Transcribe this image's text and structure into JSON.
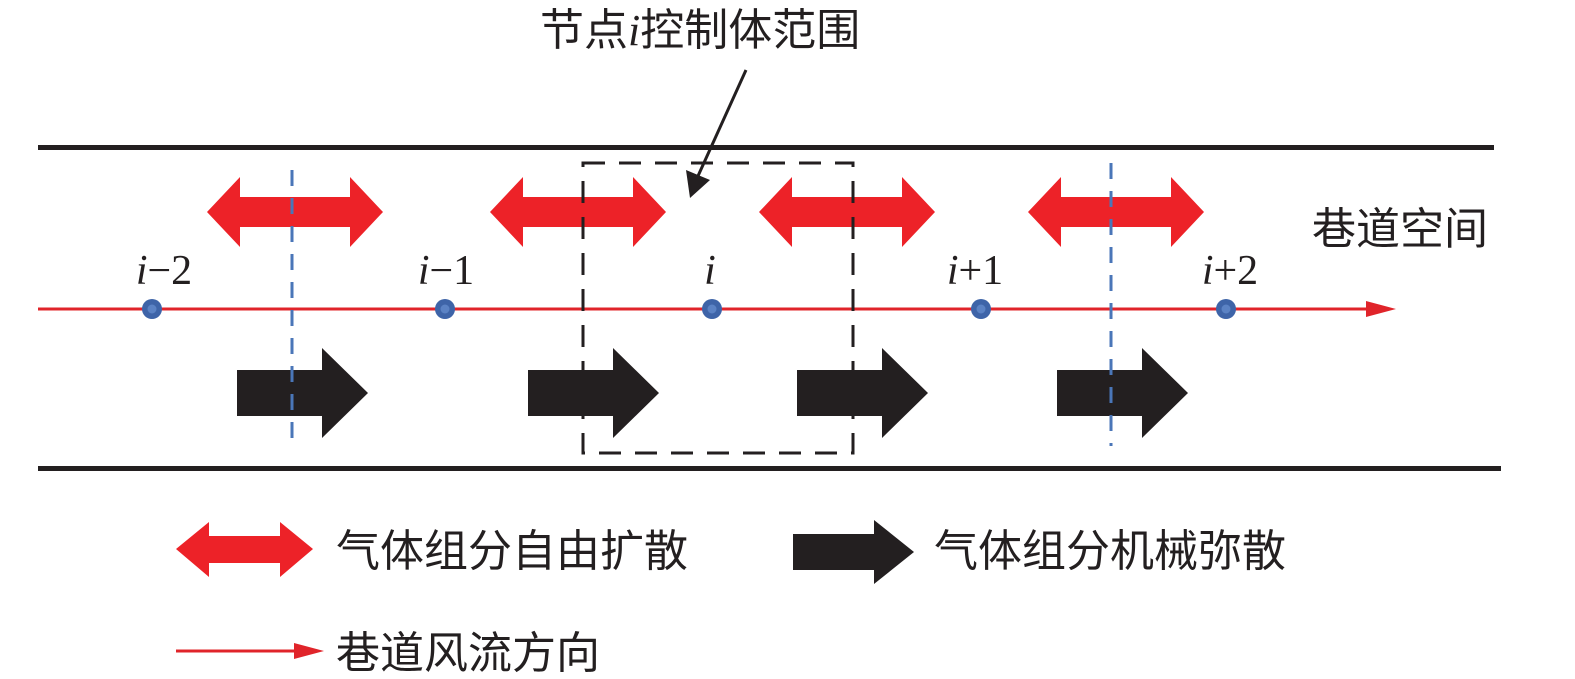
{
  "colors": {
    "wall": "#231f20",
    "airflow": "#e0242a",
    "node_fill": "#3e64a8",
    "node_inner": "#5b82c4",
    "diffusion_arrow": "#ed2228",
    "dispersion_arrow": "#231f20",
    "boundary_dash_blue": "#4a76b8",
    "control_volume": "#231f20"
  },
  "callout": {
    "text_before": "节点",
    "italic": "i",
    "text_after": "控制体范围"
  },
  "space_label": "巷道空间",
  "nodes": [
    {
      "base": "i",
      "suffix": "−2"
    },
    {
      "base": "i",
      "suffix": "−1"
    },
    {
      "base": "i",
      "suffix": ""
    },
    {
      "base": "i",
      "suffix": "+1"
    },
    {
      "base": "i",
      "suffix": "+2"
    }
  ],
  "legend": {
    "diffusion": "气体组分自由扩散",
    "dispersion": "气体组分机械弥散",
    "airflow": "巷道风流方向"
  }
}
